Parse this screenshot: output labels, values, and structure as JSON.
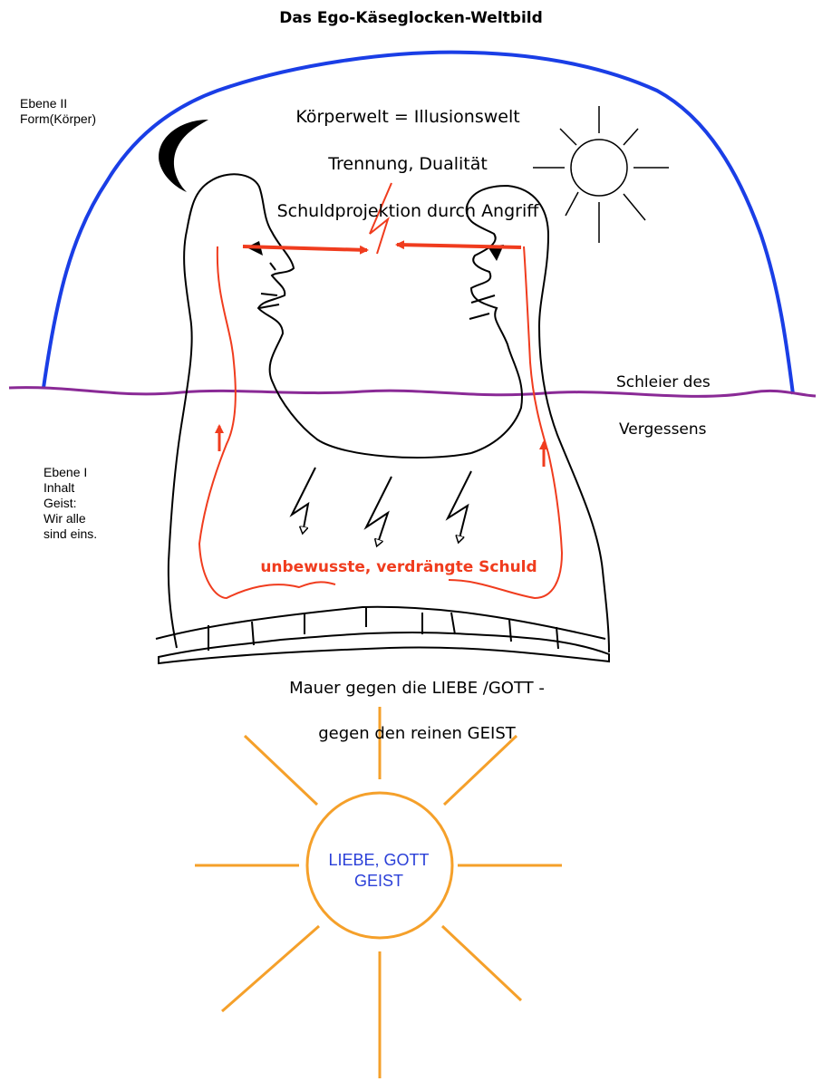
{
  "title": "Das Ego-Käseglocken-Weltbild",
  "body_world": {
    "line1": "Körperwelt = Illusionswelt",
    "line2": "Trennung, Dualität",
    "line3": "Schuldprojektion durch Angriff"
  },
  "level_2": {
    "label": "Ebene II\nForm(Körper)"
  },
  "level_1": {
    "label": "Ebene I\nInhalt\nGeist:\nWir alle\nsind eins."
  },
  "veil": {
    "line1": "Schleier des",
    "line2": "Vergessens"
  },
  "guilt_label": "unbewusste, verdrängte Schuld",
  "wall_label": {
    "line1": "Mauer gegen die LIEBE /GOTT -",
    "line2": "gegen den reinen GEIST"
  },
  "divine_sun": {
    "label": "LIEBE, GOTT\nGEIST"
  },
  "colors": {
    "dome": "#1a3ee6",
    "veil": "#8a2a96",
    "guilt": "#f03c1e",
    "sun_rays": "#f5a02a",
    "sun_label": "#2a3fd8",
    "outline": "#000000"
  },
  "icons": [
    "moon-icon",
    "sun-icon",
    "lightning-icon",
    "arrow-icon"
  ]
}
